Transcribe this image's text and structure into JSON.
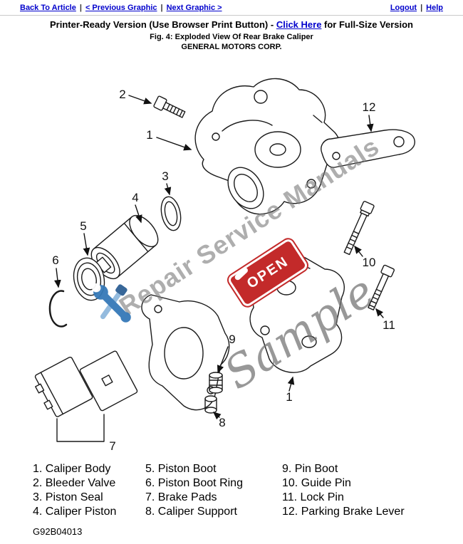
{
  "nav": {
    "back_to_article": "Back To Article",
    "previous_graphic": "< Previous Graphic",
    "next_graphic": "Next Graphic >",
    "logout": "Logout",
    "help": "Help",
    "separator": "|"
  },
  "header": {
    "printer_line_prefix": "Printer-Ready Version (Use Browser Print Button) - ",
    "click_here": "Click Here",
    "printer_line_suffix": " for Full-Size Version",
    "figure_caption": "Fig. 4: Exploded View Of Rear Brake Caliper",
    "company": "GENERAL MOTORS CORP."
  },
  "diagram": {
    "callouts": [
      "2",
      "1",
      "12",
      "3",
      "4",
      "5",
      "6",
      "10",
      "9",
      "11",
      "1",
      "8",
      "7"
    ],
    "watermark": {
      "brand": "Repair Service Manuals",
      "sample": "Sample",
      "open_sign": "OPEN"
    }
  },
  "legend": {
    "column1": [
      "1. Caliper Body",
      "2. Bleeder Valve",
      "3. Piston Seal",
      "4. Caliper Piston"
    ],
    "column2": [
      "5. Piston Boot",
      "6. Piston Boot Ring",
      "7. Brake Pads",
      "8. Caliper Support"
    ],
    "column3": [
      "9. Pin Boot",
      "10. Guide Pin",
      "11. Lock Pin",
      "12. Parking Brake Lever"
    ]
  },
  "footer": {
    "figure_code": "G92B04013"
  },
  "colors": {
    "link_blue": "#0000cc",
    "open_sign_red": "#c32a2a",
    "watermark_gray": "#7d7d7d",
    "wrench_blue": "#3579b8"
  }
}
